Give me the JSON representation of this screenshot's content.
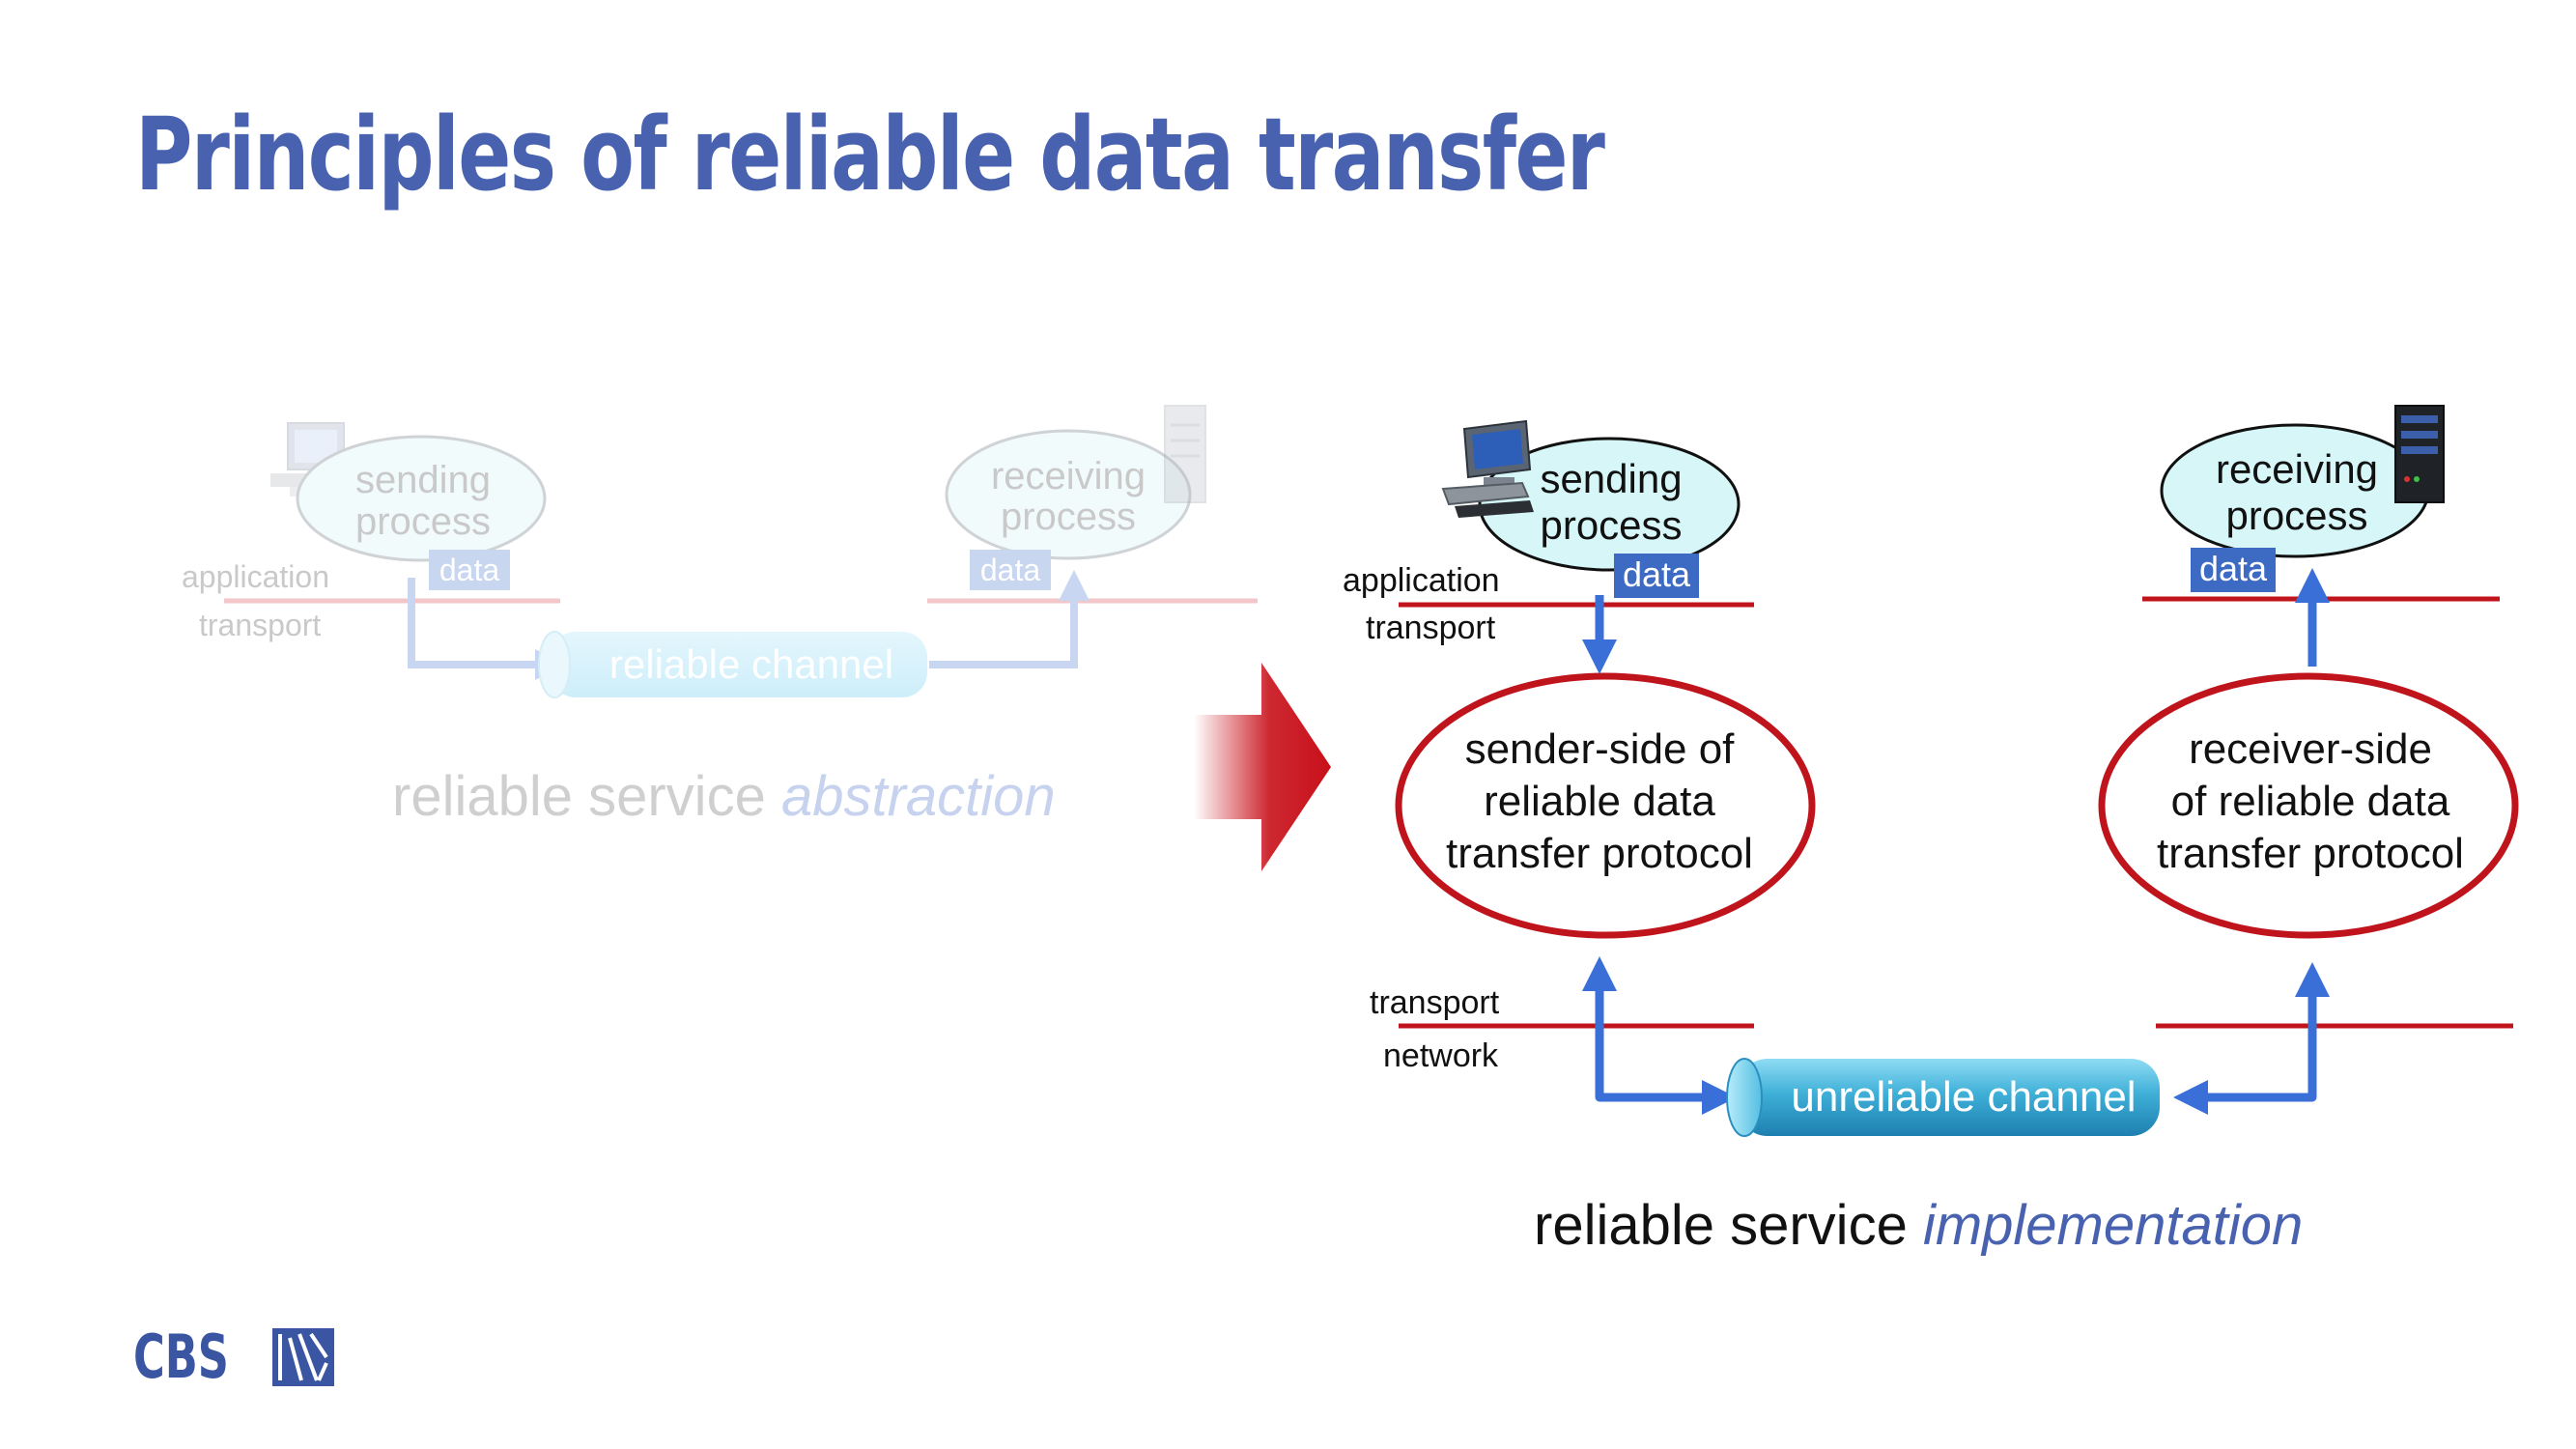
{
  "slide": {
    "title": "Principles of reliable data transfer"
  },
  "abstraction": {
    "sending_process": [
      "sending",
      "process"
    ],
    "receiving_process": [
      "receiving",
      "process"
    ],
    "sender_data": "data",
    "receiver_data": "data",
    "application_label": "application",
    "transport_label": "transport",
    "channel_label": "reliable channel",
    "caption_plain": "reliable service ",
    "caption_italic": "abstraction"
  },
  "implementation": {
    "sending_process": [
      "sending",
      "process"
    ],
    "receiving_process": [
      "receiving",
      "process"
    ],
    "sender_data": "data",
    "receiver_data": "data",
    "application_label": "application",
    "transport_label_top": "transport",
    "transport_label_bottom": "transport",
    "network_label": "network",
    "sender_protocol": [
      "sender-side of",
      "reliable data",
      "transfer protocol"
    ],
    "receiver_protocol": [
      "receiver-side",
      "of reliable data",
      "transfer protocol"
    ],
    "channel_label": "unreliable channel",
    "caption_plain": "reliable service ",
    "caption_italic": "implementation"
  },
  "logo": {
    "text": "CBS"
  },
  "colors": {
    "title": "#4862b0",
    "layer_line": "#c0141c",
    "arrow_blue": "#3a6fd8",
    "data_box": "#3d6bc4",
    "process_fill": "#d6f6f8",
    "protocol_outline": "#c0141c",
    "channel": "#3fb0d8",
    "big_arrow": "#c8101a"
  }
}
